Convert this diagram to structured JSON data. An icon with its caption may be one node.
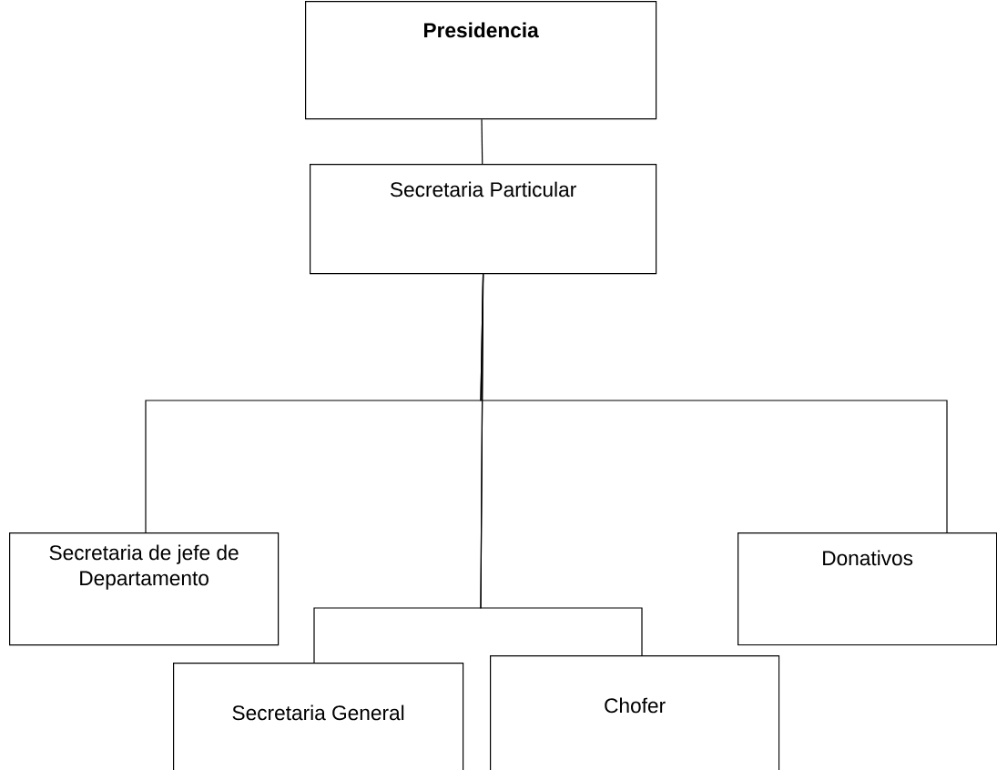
{
  "diagram": {
    "nodes": [
      {
        "text": [
          "Presidencia"
        ]
      },
      {
        "text": [
          "Secretaria Particular"
        ]
      },
      {
        "text": [
          "Secretaria de jefe de Departamento"
        ]
      },
      {
        "text": [
          "Secretaria General"
        ]
      },
      {
        "text": [
          "Chofer"
        ]
      },
      {
        "text": [
          "Donativos"
        ]
      }
    ],
    "edges": [
      {
        "from": 0,
        "to": 1,
        "arrow": "none"
      },
      {
        "from": 1,
        "to": 2,
        "arrow": "none"
      },
      {
        "from": 1,
        "to": 3,
        "arrow": "none"
      },
      {
        "from": 1,
        "to": 4,
        "arrow": "none"
      },
      {
        "from": 1,
        "to": 5,
        "arrow": "none"
      }
    ]
  }
}
